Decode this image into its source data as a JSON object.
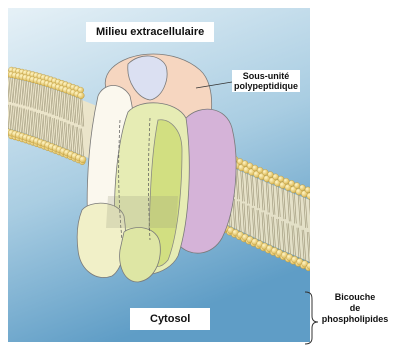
{
  "labels": {
    "extracellular": "Milieu extracellulaire",
    "subunit_line1": "Sous-unité",
    "subunit_line2": "polypeptidique",
    "cytosol": "Cytosol",
    "bilayer_line1": "Bicouche",
    "bilayer_line2": "de",
    "bilayer_line3": "phospholipides"
  },
  "colors": {
    "background_top": "#dcecf4",
    "background_bottom": "#6aa6cc",
    "lipid_head": "#e9cf6a",
    "lipid_tail": "#c8c28a",
    "subunit_peach": "#f6d6c0",
    "subunit_lilac": "#d9c6e6",
    "subunit_green": "#dbe79a",
    "subunit_white": "#fbf8ee",
    "subunit_purple": "#caa2cf"
  }
}
